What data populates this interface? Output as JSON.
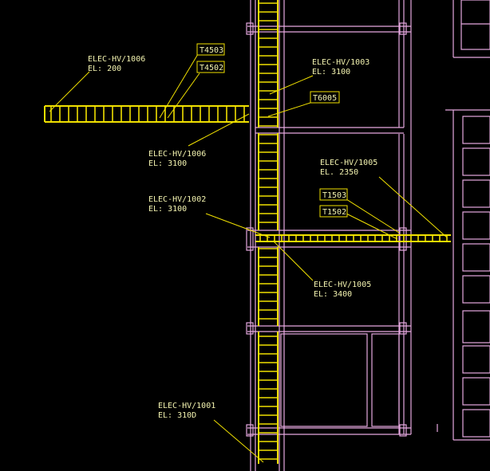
{
  "labels": {
    "hv1006_top": {
      "id": "ELEC-HV/1006",
      "el": "EL: 200"
    },
    "hv1003": {
      "id": "ELEC-HV/1003",
      "el": "EL: 3100"
    },
    "hv1006_mid": {
      "id": "ELEC-HV/1006",
      "el": "EL: 3100"
    },
    "hv1005_top": {
      "id": "ELEC-HV/1005",
      "el": "EL. 2350"
    },
    "hv1002": {
      "id": "ELEC-HV/1002",
      "el": "EL: 3100"
    },
    "hv1005_bot": {
      "id": "ELEC-HV/1005",
      "el": "EL: 3400"
    },
    "hv1001": {
      "id": "ELEC-HV/1001",
      "el": "EL: 310D"
    }
  },
  "tags": {
    "t4503": "T4503",
    "t4502": "T4502",
    "t6005": "T6005",
    "t1503": "T1503",
    "t1502": "T1502"
  },
  "colors": {
    "background": "#000000",
    "wall": "#e6a8e0",
    "tray": "#f0e000",
    "text": "#f4f4b0"
  }
}
